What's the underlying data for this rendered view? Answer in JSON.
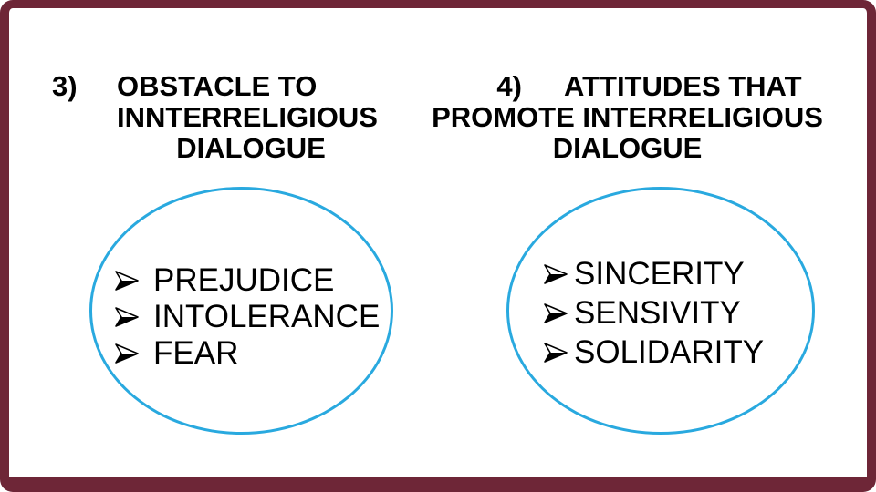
{
  "slide": {
    "background_color": "#FFFFFF",
    "frame_color": "#6E2637",
    "accent_color": "#29A9DF",
    "text_color": "#000000",
    "bullet_glyph": "three-d-rightwards-arrowhead"
  },
  "left_panel": {
    "number": "3)",
    "title_lines": [
      "OBSTACLE TO",
      "INNTERRELIGIOUS",
      "DIALOGUE"
    ],
    "items": [
      "PREJUDICE",
      "INTOLERANCE",
      "FEAR"
    ]
  },
  "right_panel": {
    "number": "4)",
    "title_line1": "ATTITUDES THAT",
    "title_line2": "PROMOTE INTERRELIGIOUS",
    "title_line3": "DIALOGUE",
    "items": [
      "SINCERITY",
      "SENSIVITY",
      "SOLIDARITY"
    ]
  }
}
